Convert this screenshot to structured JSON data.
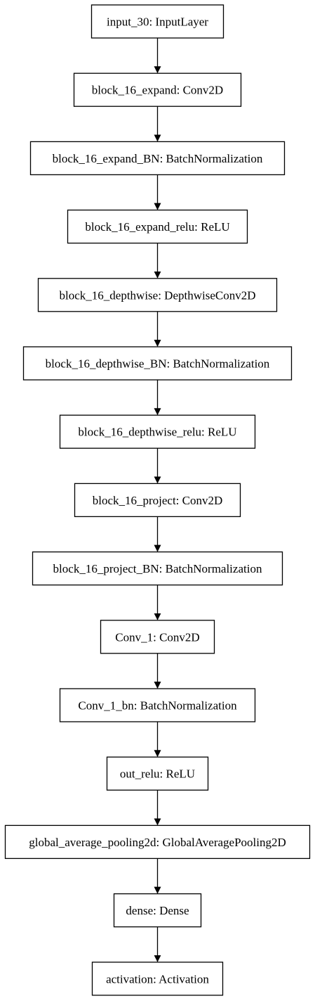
{
  "nodes": [
    {
      "id": "input_30",
      "label": "input_30: InputLayer"
    },
    {
      "id": "block_16_expand",
      "label": "block_16_expand: Conv2D"
    },
    {
      "id": "block_16_expand_BN",
      "label": "block_16_expand_BN: BatchNormalization"
    },
    {
      "id": "block_16_expand_relu",
      "label": "block_16_expand_relu: ReLU"
    },
    {
      "id": "block_16_depthwise",
      "label": "block_16_depthwise: DepthwiseConv2D"
    },
    {
      "id": "block_16_depthwise_BN",
      "label": "block_16_depthwise_BN: BatchNormalization"
    },
    {
      "id": "block_16_depthwise_relu",
      "label": "block_16_depthwise_relu: ReLU"
    },
    {
      "id": "block_16_project",
      "label": "block_16_project: Conv2D"
    },
    {
      "id": "block_16_project_BN",
      "label": "block_16_project_BN: BatchNormalization"
    },
    {
      "id": "Conv_1",
      "label": "Conv_1: Conv2D"
    },
    {
      "id": "Conv_1_bn",
      "label": "Conv_1_bn: BatchNormalization"
    },
    {
      "id": "out_relu",
      "label": "out_relu: ReLU"
    },
    {
      "id": "global_average_pooling2d",
      "label": "global_average_pooling2d: GlobalAveragePooling2D"
    },
    {
      "id": "dense",
      "label": "dense: Dense"
    },
    {
      "id": "activation",
      "label": "activation: Activation"
    }
  ],
  "edges": [
    [
      "input_30",
      "block_16_expand"
    ],
    [
      "block_16_expand",
      "block_16_expand_BN"
    ],
    [
      "block_16_expand_BN",
      "block_16_expand_relu"
    ],
    [
      "block_16_expand_relu",
      "block_16_depthwise"
    ],
    [
      "block_16_depthwise",
      "block_16_depthwise_BN"
    ],
    [
      "block_16_depthwise_BN",
      "block_16_depthwise_relu"
    ],
    [
      "block_16_depthwise_relu",
      "block_16_project"
    ],
    [
      "block_16_project",
      "block_16_project_BN"
    ],
    [
      "block_16_project_BN",
      "Conv_1"
    ],
    [
      "Conv_1",
      "Conv_1_bn"
    ],
    [
      "Conv_1_bn",
      "out_relu"
    ],
    [
      "out_relu",
      "global_average_pooling2d"
    ],
    [
      "global_average_pooling2d",
      "dense"
    ],
    [
      "dense",
      "activation"
    ]
  ]
}
